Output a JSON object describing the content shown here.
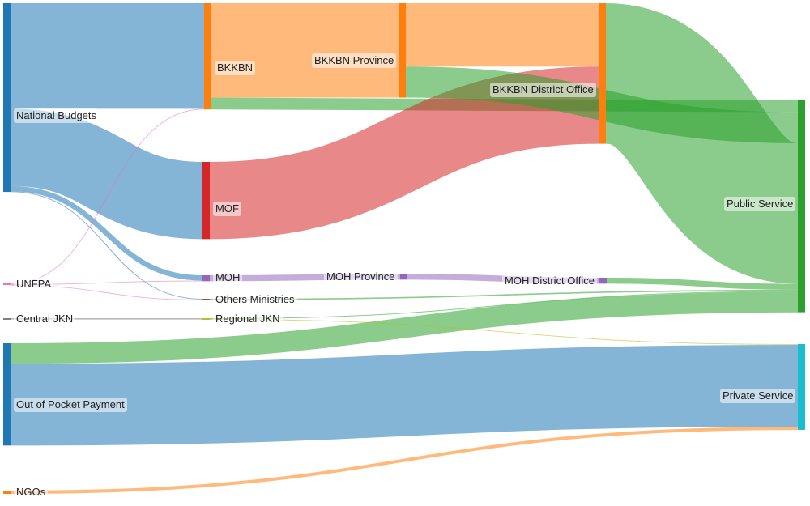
{
  "nodes": [
    {
      "id": "national_budgets",
      "label": "National Budgets",
      "color": "#1f77b4"
    },
    {
      "id": "unfpa",
      "label": "UNFPA",
      "color": "#e377c2"
    },
    {
      "id": "central_jkn",
      "label": "Central JKN",
      "color": "#7f7f7f"
    },
    {
      "id": "oop",
      "label": "Out of Pocket Payment",
      "color": "#1f77b4"
    },
    {
      "id": "ngos",
      "label": "NGOs",
      "color": "#ff7f0e"
    },
    {
      "id": "bkkbn",
      "label": "BKKBN",
      "color": "#ff7f0e"
    },
    {
      "id": "mof",
      "label": "MOF",
      "color": "#d62728"
    },
    {
      "id": "moh",
      "label": "MOH",
      "color": "#9467bd"
    },
    {
      "id": "others_ministries",
      "label": "Others Ministries",
      "color": "#8c564b"
    },
    {
      "id": "regional_jkn",
      "label": "Regional JKN",
      "color": "#bcbd22"
    },
    {
      "id": "bkkbn_province",
      "label": "BKKBN Province",
      "color": "#ff7f0e"
    },
    {
      "id": "moh_province",
      "label": "MOH Province",
      "color": "#9467bd"
    },
    {
      "id": "bkkbn_district",
      "label": "BKKBN District Office",
      "color": "#ff7f0e"
    },
    {
      "id": "moh_district",
      "label": "MOH District Office",
      "color": "#9467bd"
    },
    {
      "id": "public_service",
      "label": "Public Service",
      "color": "#2ca02c"
    },
    {
      "id": "private_service",
      "label": "Private Service",
      "color": "#17becf"
    }
  ],
  "links": [
    {
      "source": "national_budgets",
      "target": "bkkbn",
      "value": 160,
      "color": "#1f77b4"
    },
    {
      "source": "national_budgets",
      "target": "mof",
      "value": 117,
      "color": "#1f77b4"
    },
    {
      "source": "national_budgets",
      "target": "moh",
      "value": 8,
      "color": "#1f77b4"
    },
    {
      "source": "national_budgets",
      "target": "others_ministries",
      "value": 1,
      "color": "#1f77b4"
    },
    {
      "source": "unfpa",
      "target": "bkkbn",
      "value": 1,
      "color": "#e377c2"
    },
    {
      "source": "unfpa",
      "target": "moh",
      "value": 1,
      "color": "#e377c2"
    },
    {
      "source": "unfpa",
      "target": "others_ministries",
      "value": 1,
      "color": "#e377c2"
    },
    {
      "source": "central_jkn",
      "target": "regional_jkn",
      "value": 2,
      "color": "#7f7f7f"
    },
    {
      "source": "oop",
      "target": "private_service",
      "value": 124,
      "color": "#1f77b4"
    },
    {
      "source": "oop",
      "target": "public_service",
      "value": 31,
      "color": "#2ca02c"
    },
    {
      "source": "ngos",
      "target": "private_service",
      "value": 5,
      "color": "#ff7f0e"
    },
    {
      "source": "bkkbn",
      "target": "bkkbn_province",
      "value": 143,
      "color": "#ff7f0e"
    },
    {
      "source": "bkkbn",
      "target": "public_service",
      "value": 18,
      "color": "#2ca02c"
    },
    {
      "source": "mof",
      "target": "bkkbn_district",
      "value": 117,
      "color": "#d62728"
    },
    {
      "source": "moh",
      "target": "moh_province",
      "value": 9,
      "color": "#9467bd"
    },
    {
      "source": "others_ministries",
      "target": "public_service",
      "value": 2,
      "color": "#2ca02c"
    },
    {
      "source": "regional_jkn",
      "target": "public_service",
      "value": 1,
      "color": "#2ca02c"
    },
    {
      "source": "regional_jkn",
      "target": "private_service",
      "value": 1,
      "color": "#bcbd22"
    },
    {
      "source": "bkkbn_province",
      "target": "bkkbn_district",
      "value": 96,
      "color": "#ff7f0e"
    },
    {
      "source": "bkkbn_province",
      "target": "public_service",
      "value": 47,
      "color": "#2ca02c"
    },
    {
      "source": "moh_province",
      "target": "moh_district",
      "value": 9,
      "color": "#9467bd"
    },
    {
      "source": "bkkbn_district",
      "target": "public_service",
      "value": 213,
      "color": "#2ca02c"
    },
    {
      "source": "moh_district",
      "target": "public_service",
      "value": 9,
      "color": "#2ca02c"
    }
  ]
}
